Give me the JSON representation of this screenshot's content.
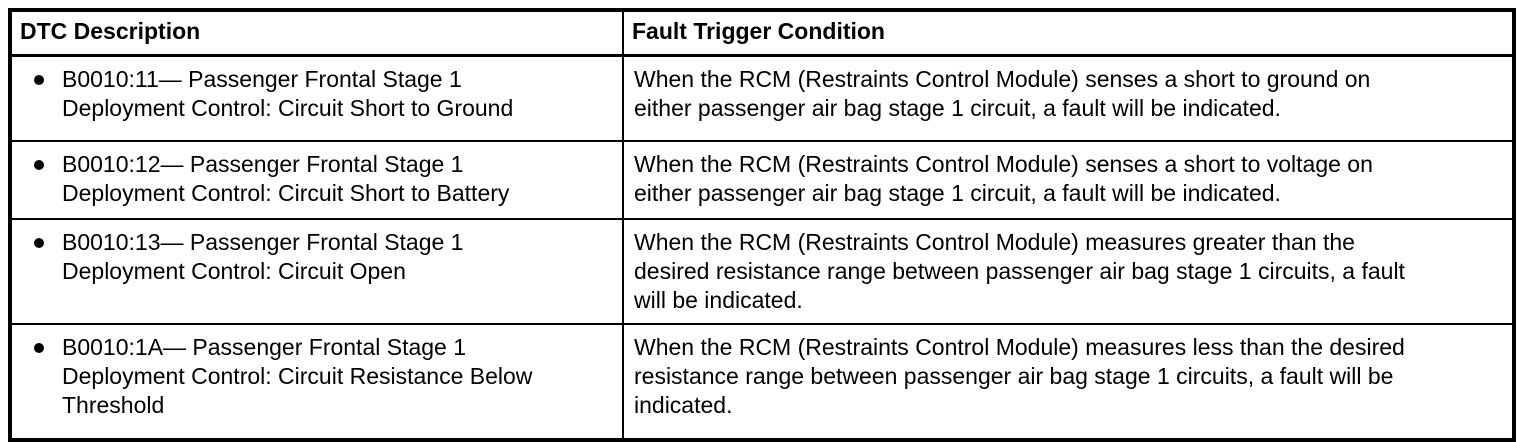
{
  "table": {
    "columns": [
      {
        "label": "DTC Description"
      },
      {
        "label": "Fault Trigger Condition"
      }
    ],
    "rows": [
      {
        "dtc": "B0010:11— Passenger Frontal Stage 1\nDeployment Control: Circuit Short to Ground",
        "condition": "When the RCM (Restraints Control Module) senses a short to ground on\neither passenger air bag stage 1 circuit, a fault will be indicated."
      },
      {
        "dtc": "B0010:12— Passenger Frontal Stage 1\nDeployment Control: Circuit Short to Battery",
        "condition": "When the RCM (Restraints Control Module) senses a short to voltage on\neither passenger air bag stage 1 circuit, a fault will be indicated."
      },
      {
        "dtc": "B0010:13— Passenger Frontal Stage 1\nDeployment Control: Circuit Open",
        "condition": "When the RCM (Restraints Control Module) measures greater than the\ndesired resistance range between passenger air bag stage 1 circuits, a fault\nwill be indicated."
      },
      {
        "dtc": "B0010:1A— Passenger Frontal Stage 1\nDeployment Control: Circuit Resistance Below\nThreshold",
        "condition": "When the RCM (Restraints Control Module) measures less than the desired\nresistance range between passenger air bag stage 1 circuits, a fault will be\nindicated."
      }
    ],
    "colors": {
      "border": "#000000",
      "text": "#000000",
      "background": "#ffffff"
    }
  }
}
